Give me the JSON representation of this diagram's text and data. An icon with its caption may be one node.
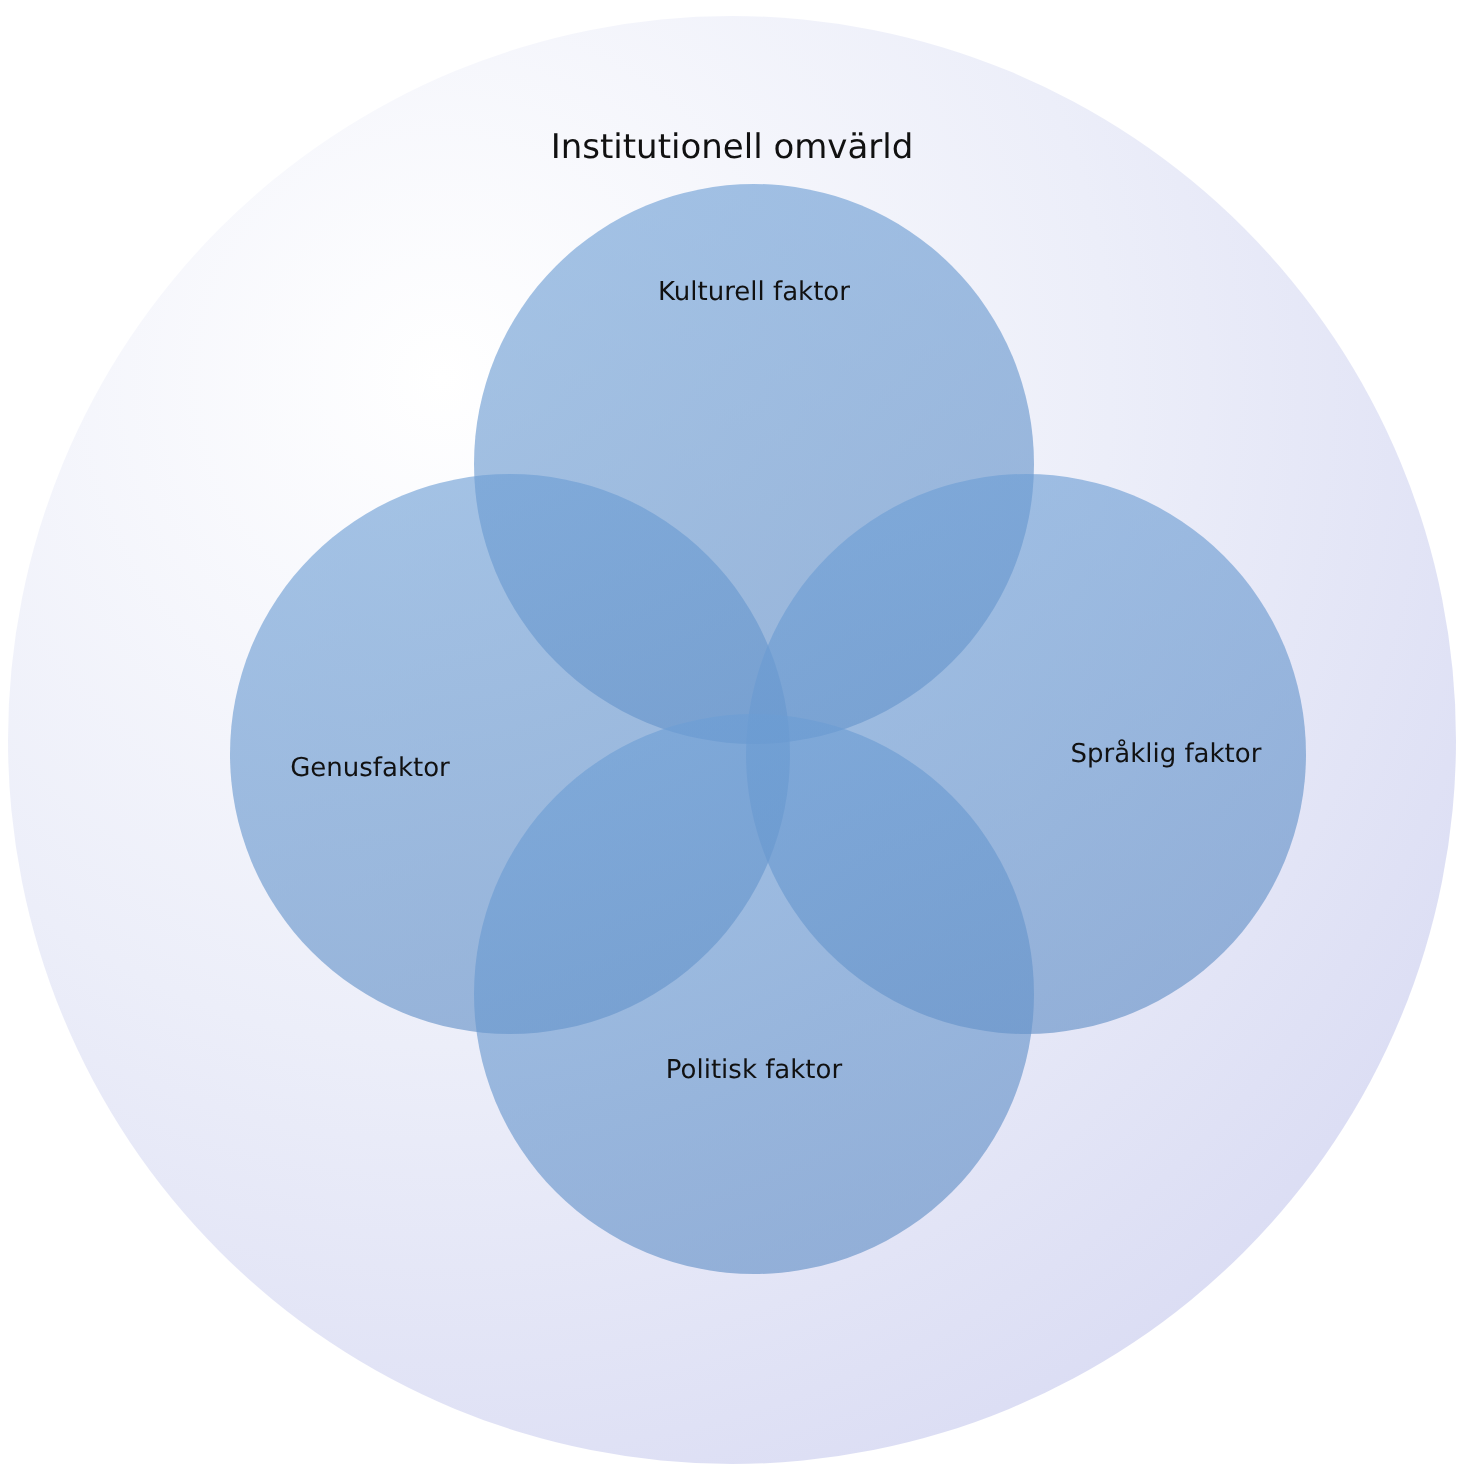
{
  "diagram": {
    "nodes": [
      {
        "text": [
          "Institutionell omvärld"
        ]
      },
      {
        "text": [
          "Kulturell faktor"
        ],
        "in": 0
      },
      {
        "text": [
          "Genusfaktor"
        ],
        "in": 0
      },
      {
        "text": [
          "Språklig faktor"
        ],
        "in": 0
      },
      {
        "text": [
          "Politisk faktor"
        ],
        "in": 0
      }
    ]
  }
}
